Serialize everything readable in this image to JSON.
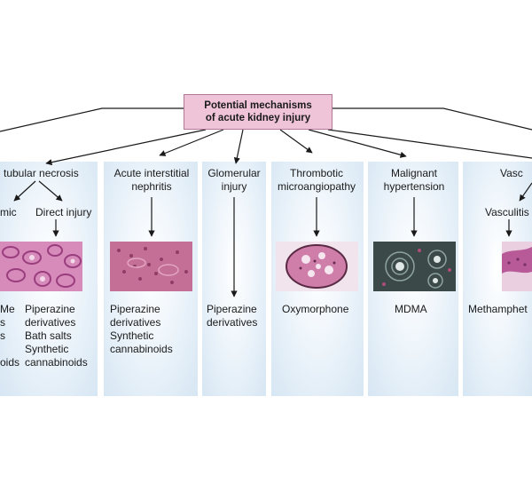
{
  "root": {
    "line1": "Potential mechanisms",
    "line2": "of acute kidney injury"
  },
  "columns": [
    {
      "title": "tubular necrosis",
      "subbranches": [
        "mic",
        "Direct injury"
      ],
      "agents_left": [
        "Me",
        "s",
        "s",
        "",
        "oids"
      ],
      "agents": [
        "Piperazine derivatives",
        "Bath salts",
        "Synthetic cannabinoids"
      ]
    },
    {
      "title": [
        "Acute interstitial",
        "nephritis"
      ],
      "agents": [
        "Piperazine derivatives",
        "Synthetic cannabinoids"
      ]
    },
    {
      "title": [
        "Glomerular",
        "injury"
      ],
      "agents": [
        "Piperazine derivatives"
      ]
    },
    {
      "title": [
        "Thrombotic",
        "microangiopathy"
      ],
      "agents": [
        "Oxymorphone"
      ]
    },
    {
      "title": [
        "Malignant",
        "hypertension"
      ],
      "agents": [
        "MDMA"
      ]
    },
    {
      "title": "Vasc",
      "subbranch": "Vasculitis",
      "agents": [
        "Methamphet"
      ]
    }
  ],
  "colors": {
    "root_fill": "#efc3d8",
    "panel": "#d6e6f3",
    "he_stain": "#c45a93",
    "silver_stain": "#3b4a48"
  }
}
